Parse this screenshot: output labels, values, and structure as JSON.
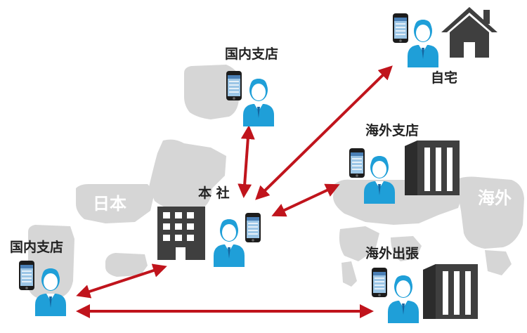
{
  "colors": {
    "map": "#d6d6d6",
    "arrow": "#c0141c",
    "person": "#1f9fd8",
    "building": "#3f3f3f"
  },
  "labels": {
    "branch_top": "国内支店",
    "home": "自宅",
    "overseas_branch": "海外支店",
    "head_office": "本 社",
    "branch_left": "国内支店",
    "business_trip": "海外出張",
    "japan": "日本",
    "overseas": "海外"
  },
  "icons": [
    "smartphone-icon",
    "person-icon",
    "house-icon",
    "office-building-icon",
    "tower-building-icon"
  ]
}
